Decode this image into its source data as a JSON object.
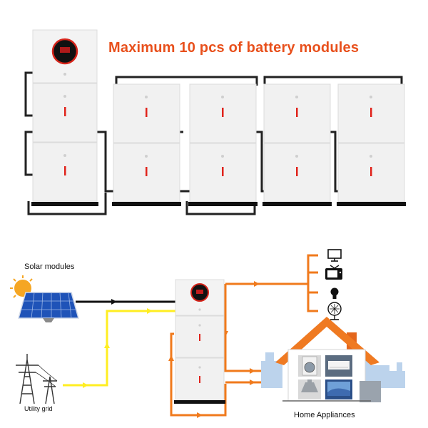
{
  "header": {
    "title": "Maximum 10 pcs of battery modules",
    "title_color": "#e8501c"
  },
  "labels": {
    "solar": "Solar modules",
    "grid": "Utility grid",
    "home": "Home Appliances"
  },
  "colors": {
    "cable": "#222222",
    "solar_flow": "#111111",
    "grid_flow": "#ffee22",
    "load_flow": "#f07a1c",
    "module_body": "#f1f1f1",
    "module_led": "#e0231b",
    "inverter_screen": "#111111",
    "inverter_ring": "#d6241a"
  },
  "icons": [
    "monitor-icon",
    "tv-icon",
    "bulb-icon",
    "fan-icon",
    "solar-panel-icon",
    "sun-icon",
    "pylon-icon",
    "house-icon",
    "washing-machine-icon",
    "air-conditioner-icon",
    "range-hood-icon",
    "television-icon"
  ]
}
